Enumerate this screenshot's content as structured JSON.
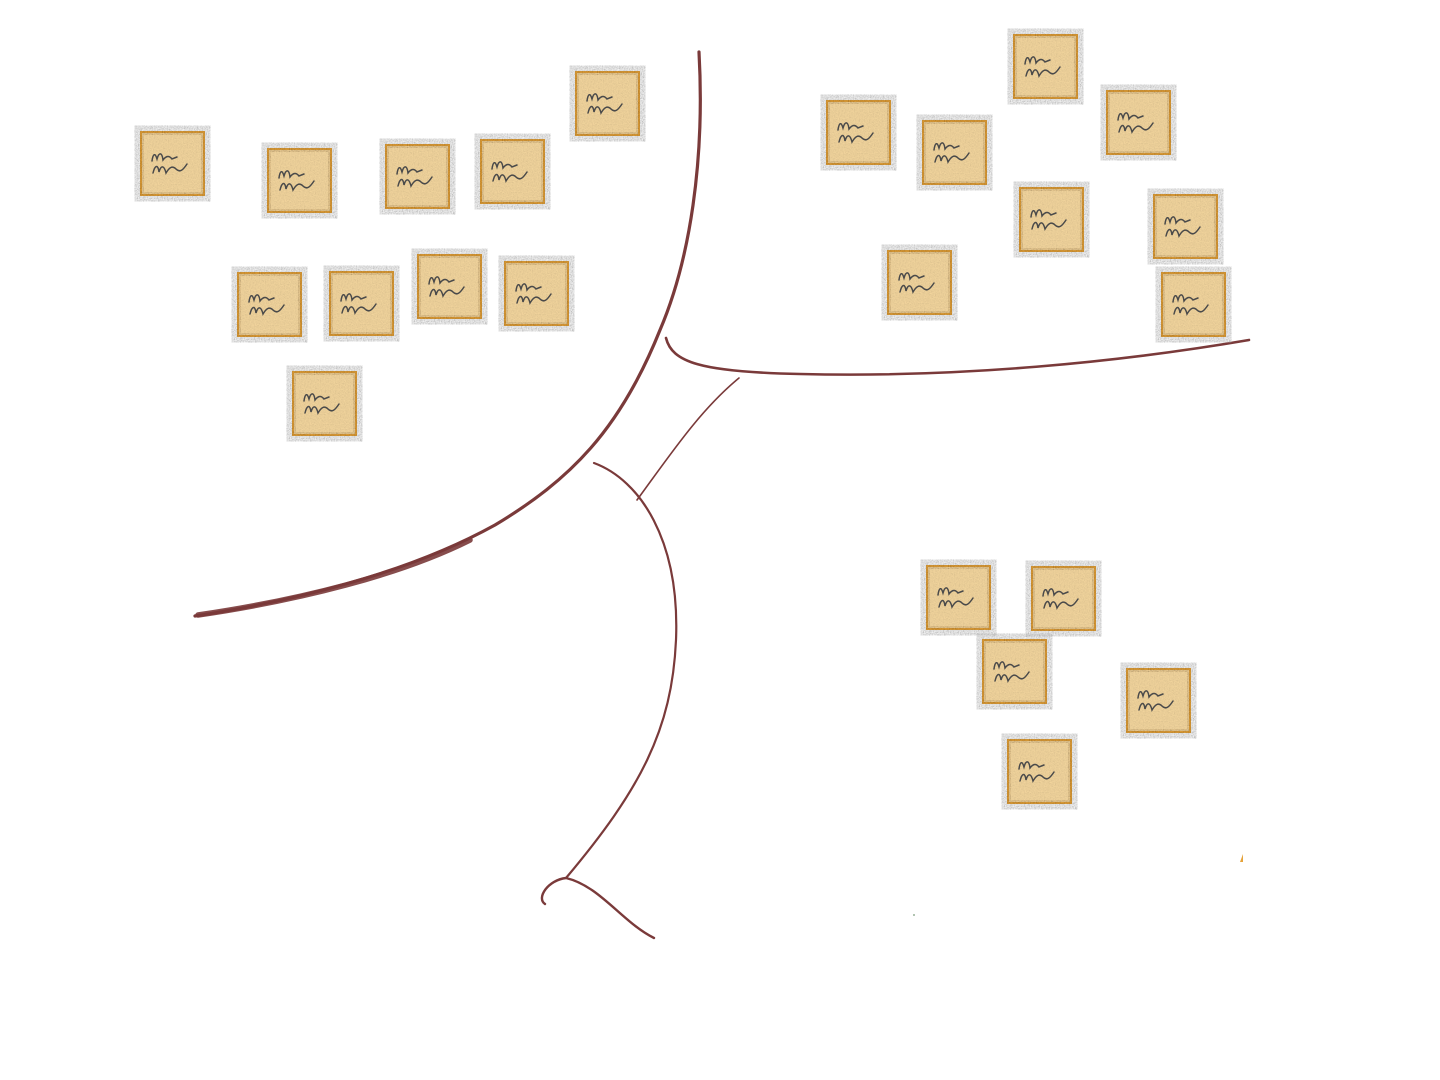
{
  "colors": {
    "background": "#ffffff",
    "divider": "#7a3a3a",
    "note_fill": "#f4d398",
    "note_edge": "#e6a33a",
    "scribble": "#4a4a4a"
  },
  "diagram": {
    "description_text": "",
    "regions": [
      "top-left",
      "top-right",
      "bottom-right",
      "bottom-left"
    ],
    "note_counts": {
      "top-left": 10,
      "top-right": 8,
      "bottom-right": 5,
      "bottom-left": 0
    },
    "note_icon": "scribble-lines"
  }
}
